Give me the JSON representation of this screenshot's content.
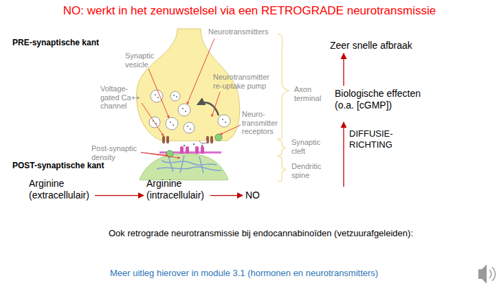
{
  "diagram": {
    "title": "NO: werkt in het zenuwstelsel via een RETROGRADE neurotransmissie",
    "nodes": [
      {
        "text": [
          "Zeer snelle afbraak"
        ]
      },
      {
        "text": [
          "Biologische effecten (o.a. [cGMP])"
        ]
      },
      {
        "text": [
          "Arginine (extracellulair)"
        ]
      },
      {
        "text": [
          "Arginine (intracellulair)"
        ]
      },
      {
        "text": [
          "NO"
        ]
      }
    ],
    "edges": [
      {
        "from": 1,
        "to": 0,
        "arrow": "to"
      },
      {
        "from": 2,
        "to": 3,
        "arrow": "to"
      },
      {
        "from": 3,
        "to": 4,
        "arrow": "to"
      }
    ],
    "labels": [
      "PRE-synaptische kant",
      "Synaptic vesicle",
      "Neurotransmitters",
      "Neurotransmitter re-uptake pump",
      "Voltage-gated Ca++ channel",
      "Axon terminal",
      "Neuro-transmitter receptors",
      "Post-synaptic density",
      "Synaptic cleft",
      "Dendritic spine",
      "POST-synaptische kant",
      "DIFFUSIE-RICHTING",
      "Ook retrograde neurotransmissie bij endocannabinoïden (vetzuurafgeleiden):",
      "Meer uitleg hierover in module 3.1 (hormonen en neurotransmitters)"
    ]
  }
}
